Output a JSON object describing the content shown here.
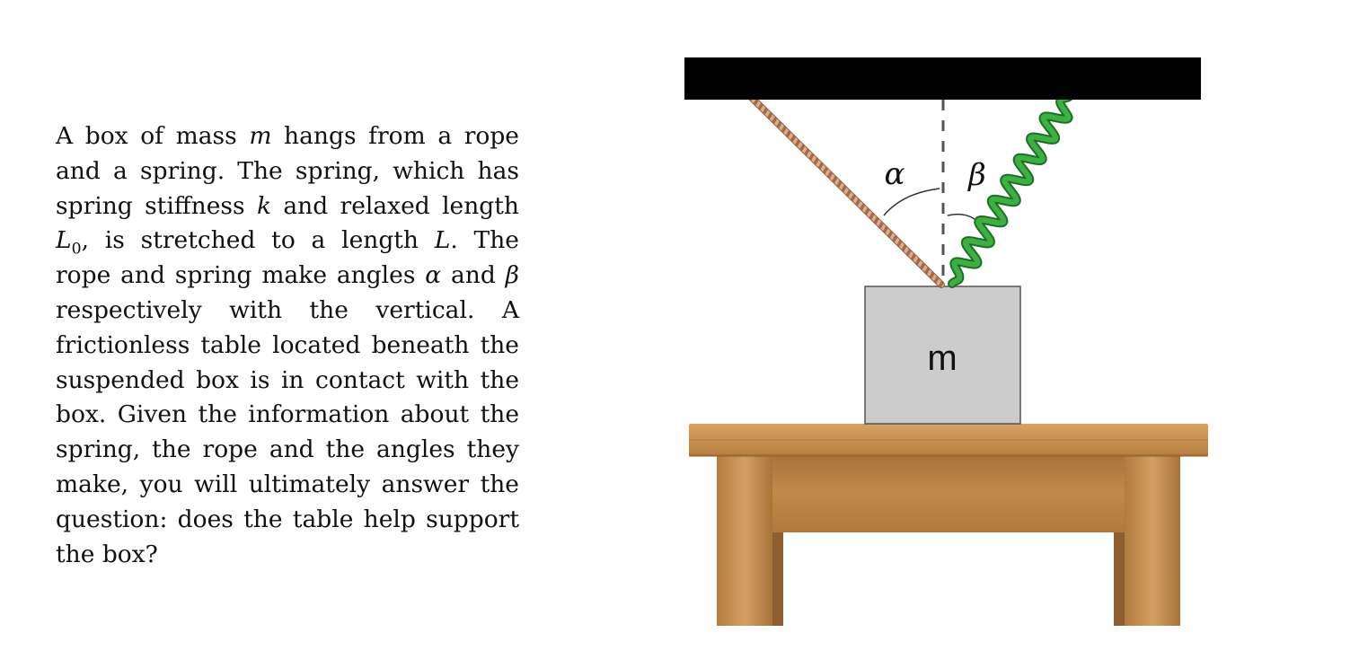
{
  "problem": {
    "segments": [
      {
        "type": "text",
        "value": "A box of mass "
      },
      {
        "type": "math",
        "value": "m"
      },
      {
        "type": "text",
        "value": " hangs from a rope and a spring. The spring, which has spring stiffness "
      },
      {
        "type": "math",
        "value": "k"
      },
      {
        "type": "text",
        "value": " and relaxed length "
      },
      {
        "type": "math",
        "value": "L"
      },
      {
        "type": "sub",
        "value": "0"
      },
      {
        "type": "text",
        "value": ", is stretched to a length "
      },
      {
        "type": "math",
        "value": "L"
      },
      {
        "type": "text",
        "value": ". The rope and spring make angles "
      },
      {
        "type": "math",
        "value": "α"
      },
      {
        "type": "text",
        "value": " and "
      },
      {
        "type": "math",
        "value": "β"
      },
      {
        "type": "text",
        "value": " respectively with the vertical. A frictionless table located beneath the suspended box is in contact with the box. Given the information about the spring, the rope and the angles they make, you will ultimately answer the question: does the table help support the box?"
      }
    ]
  },
  "figure": {
    "alpha_label": "α",
    "beta_label": "β",
    "box_label": "m",
    "colors": {
      "ceiling": "#000000",
      "rope_light": "#e8c8a8",
      "rope_dark": "#a4674a",
      "spring": "#3cb043",
      "spring_dark": "#1f6e25",
      "box_fill": "#cccccc",
      "box_stroke": "#555555",
      "table_light": "#c99250",
      "table_dark": "#9a6a33"
    }
  }
}
